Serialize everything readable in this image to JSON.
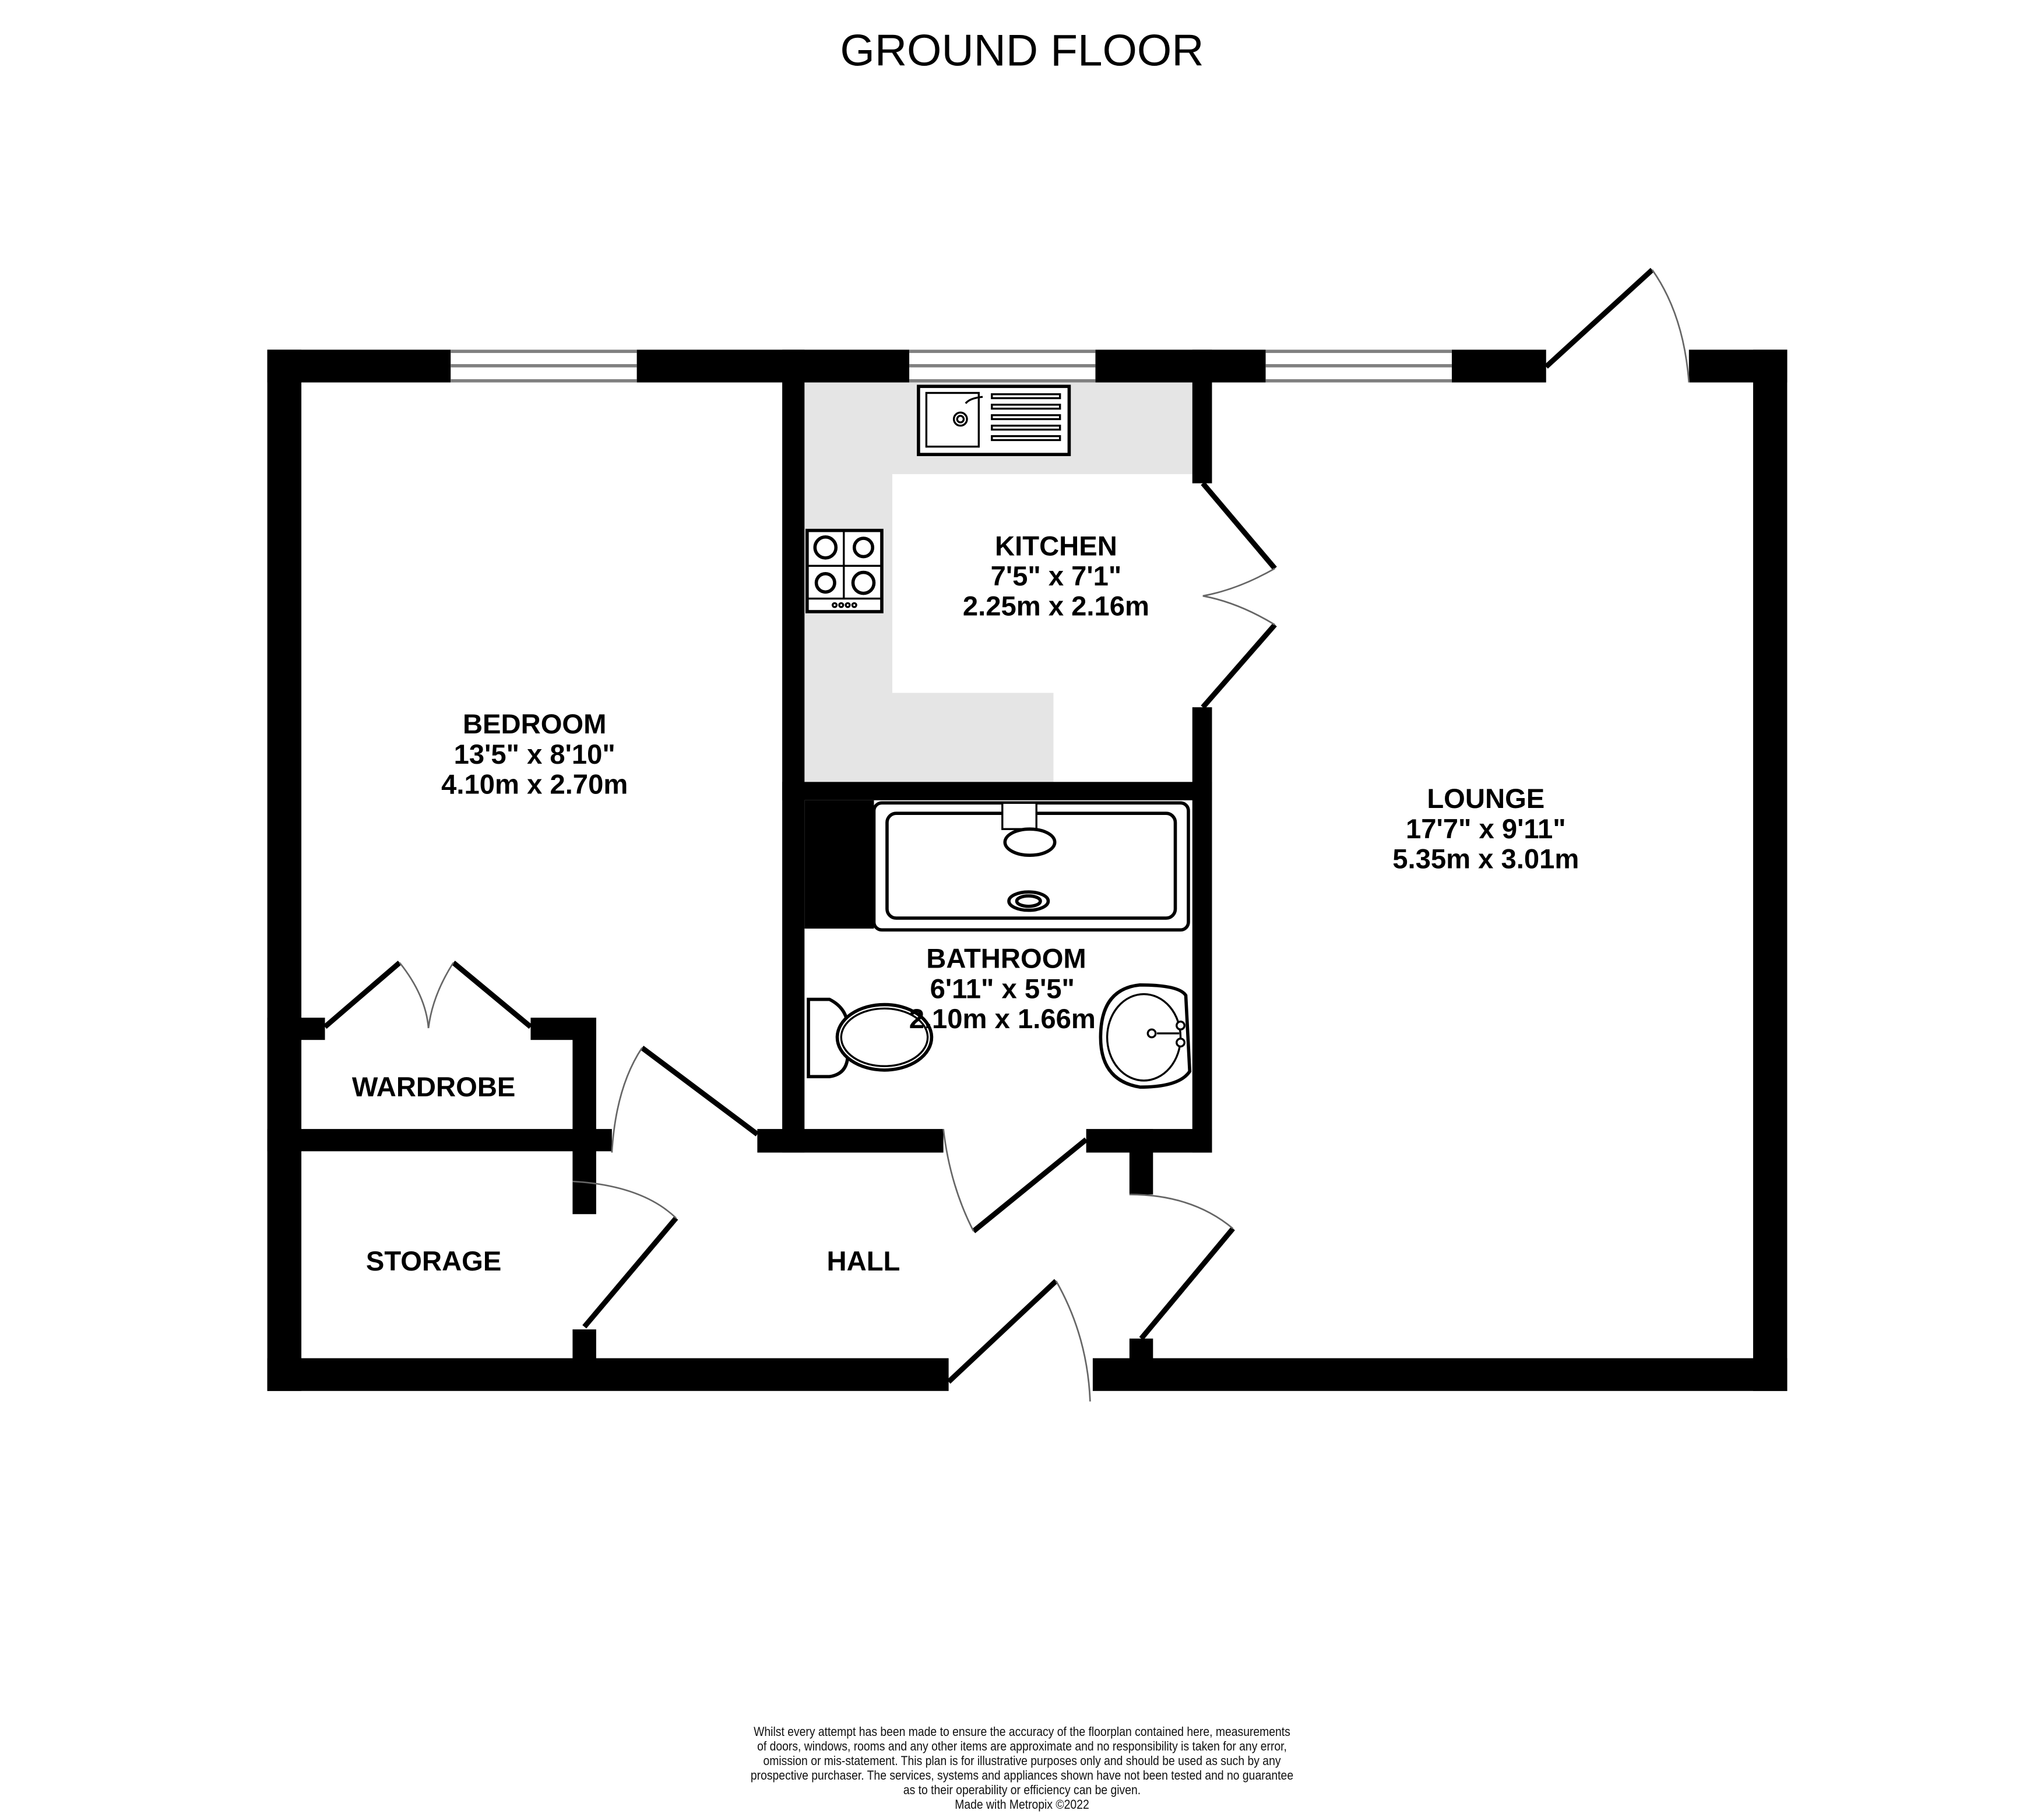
{
  "title": "GROUND FLOOR",
  "colors": {
    "wall": "#000000",
    "counter": "#e5e5e5",
    "window_line": "#808080",
    "background": "#ffffff"
  },
  "rooms": {
    "bedroom": {
      "name": "BEDROOM",
      "imperial": "13'5\"  x 8'10\"",
      "metric": "4.10m  x 2.70m"
    },
    "kitchen": {
      "name": "KITCHEN",
      "imperial": "7'5\"  x 7'1\"",
      "metric": "2.25m  x 2.16m"
    },
    "bathroom": {
      "name": "BATHROOM",
      "imperial": "6'11\"  x 5'5\"",
      "metric": "2.10m  x 1.66m"
    },
    "lounge": {
      "name": "LOUNGE",
      "imperial": "17'7\"  x 9'11\"",
      "metric": "5.35m  x 3.01m"
    },
    "wardrobe": {
      "name": "WARDROBE"
    },
    "storage": {
      "name": "STORAGE"
    },
    "hall": {
      "name": "HALL"
    }
  },
  "fixtures": [
    "sink-drainer",
    "gas-hob",
    "bath",
    "toilet",
    "wash-basin"
  ],
  "disclaimer": {
    "lines": [
      "Whilst every attempt has been made to ensure the accuracy of the floorplan contained here, measurements",
      "of doors, windows, rooms and any other items are approximate and no responsibility is taken for any error,",
      "omission or mis-statement. This plan is for illustrative purposes only and should be used as such by any",
      "prospective purchaser. The services, systems and appliances shown have not been tested and no guarantee",
      "as to their operability or efficiency can be given."
    ],
    "credit": "Made with Metropix ©2022"
  }
}
